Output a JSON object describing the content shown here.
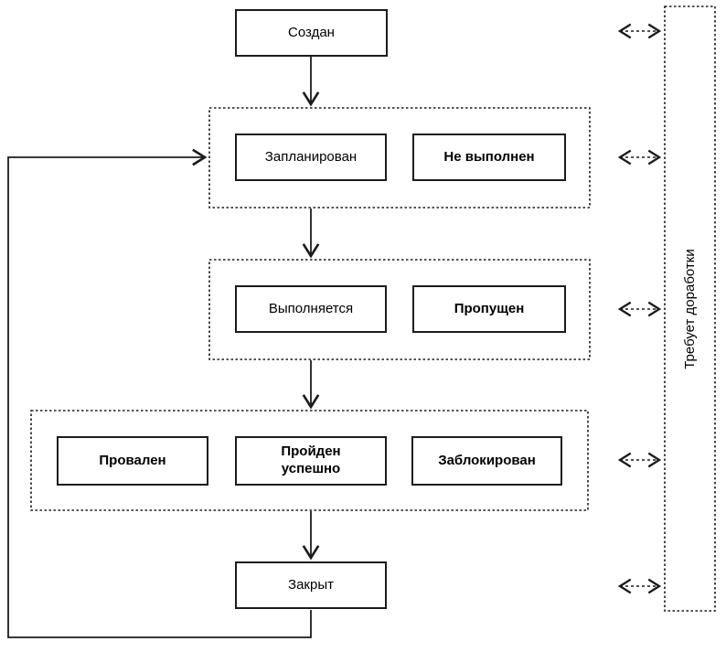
{
  "diagram": {
    "nodes": {
      "created": {
        "label": "Создан"
      },
      "planned": {
        "label": "Запланирован"
      },
      "not_executed": {
        "label": "Не выполнен"
      },
      "running": {
        "label": "Выполняется"
      },
      "skipped": {
        "label": "Пропущен"
      },
      "failed": {
        "label": "Провален"
      },
      "passed": {
        "label": "Пройден\nуспешно"
      },
      "blocked": {
        "label": "Заблокирован"
      },
      "closed": {
        "label": "Закрыт"
      },
      "rework": {
        "label": "Требует доработки"
      }
    },
    "colors": {
      "line": "#000000",
      "text": "#000000",
      "background": "#ffffff"
    }
  }
}
